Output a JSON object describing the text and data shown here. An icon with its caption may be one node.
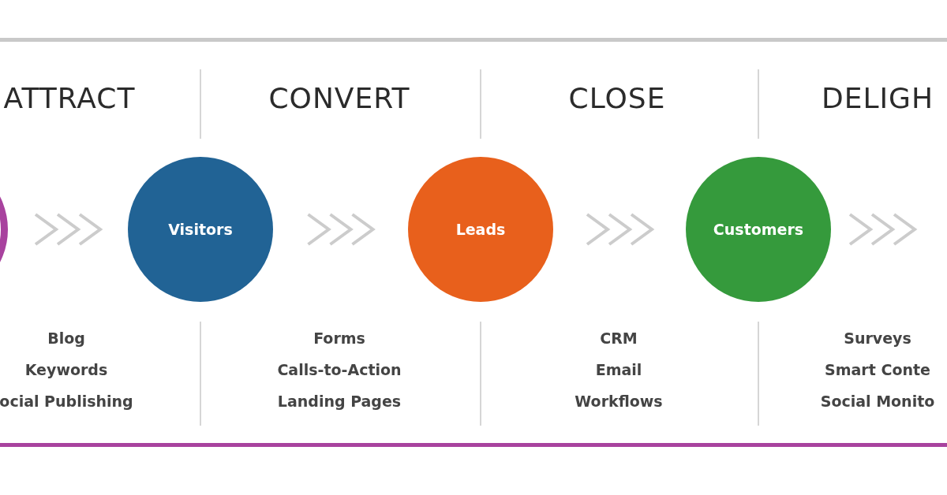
{
  "diagram": {
    "nodes": [
      {
        "text": [],
        "shape": "circle"
      },
      {
        "text": [
          "Visitors"
        ]
      },
      {
        "text": [
          "Leads"
        ]
      },
      {
        "text": [
          "Customers"
        ]
      }
    ],
    "edges": [
      {
        "from": 0,
        "to": 1,
        "arrow": "to"
      },
      {
        "from": 1,
        "to": 2,
        "arrow": "to"
      },
      {
        "from": 2,
        "to": 3,
        "arrow": "to"
      },
      {
        "from": 3,
        "to": null,
        "arrow": "to"
      }
    ],
    "labels": [
      "ATTRACT",
      "CONVERT",
      "CLOSE",
      "DELIGH",
      "Blog",
      "Keywords",
      "ocial Publishing",
      "Forms",
      "Calls-to-Action",
      "Landing Pages",
      "CRM",
      "Email",
      "Workflows",
      "Surveys",
      "Smart Conte",
      "Social Monito"
    ]
  }
}
